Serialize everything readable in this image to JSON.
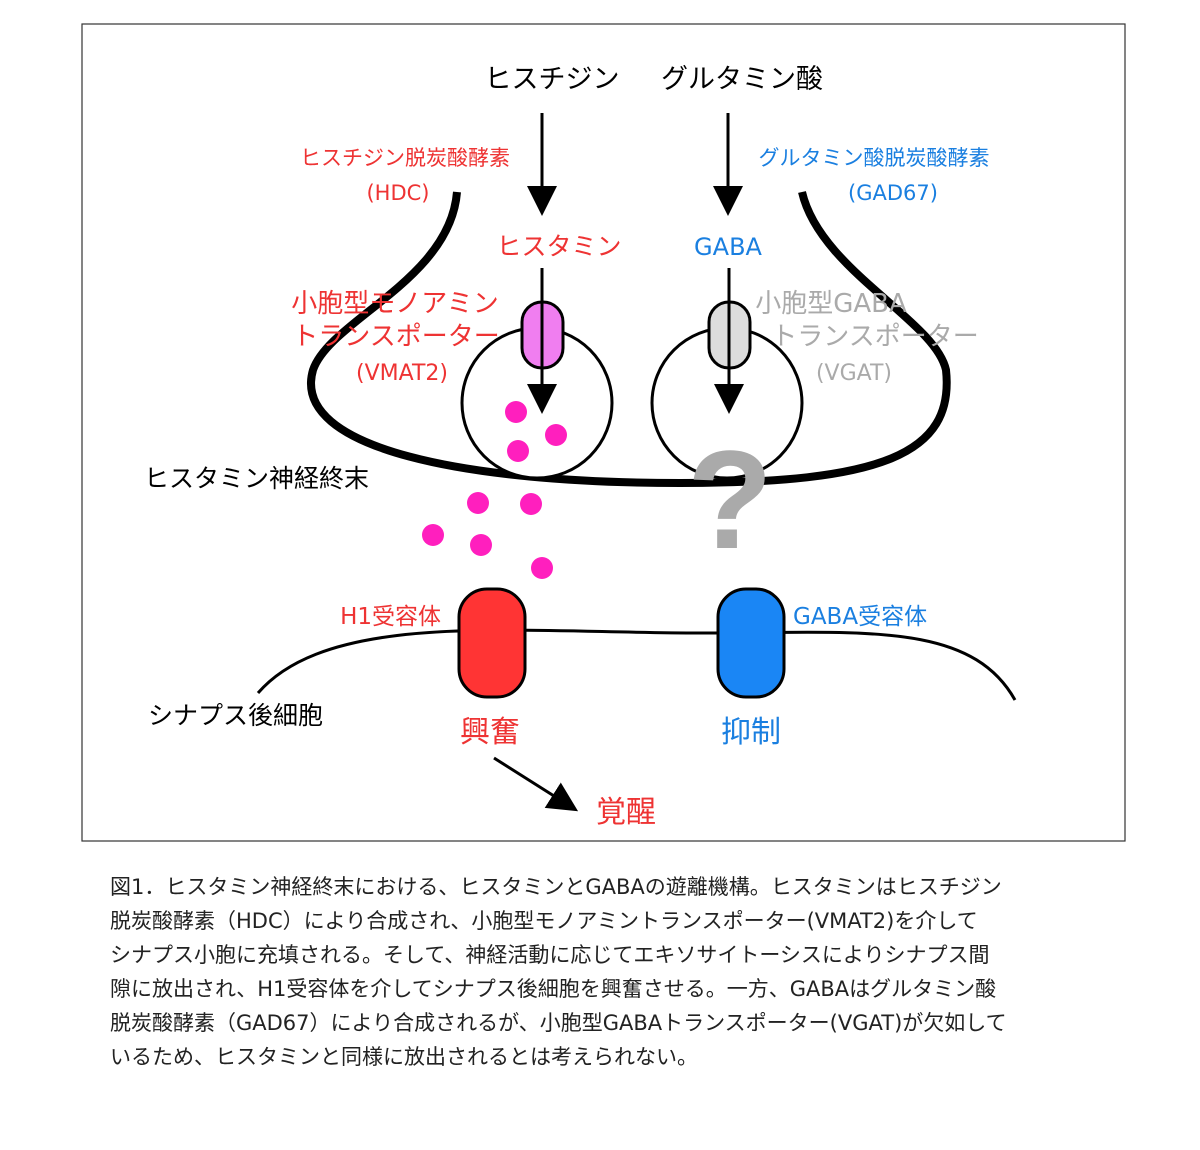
{
  "colors": {
    "histamine": "#ee3333",
    "gaba": "#1a7fe0",
    "grey": "#aaaaaa",
    "vesicle_dots": "#ff1fbe",
    "vmat2_fill": "#f07ef0",
    "vgat_fill": "#dddddd",
    "h1_receptor": "#ff3434",
    "gaba_receptor": "#1a86f5"
  },
  "diagram": {
    "precursor_histidine": "ヒスチジン",
    "precursor_glutamate": "グルタミン酸",
    "hdc_name": "ヒスチジン脱炭酸酵素",
    "hdc_abbr": "(HDC)",
    "gad_name": "グルタミン酸脱炭酸酵素",
    "gad_abbr": "(GAD67)",
    "histamine": "ヒスタミン",
    "gaba": "GABA",
    "vmat2_line1": "小胞型モノアミン",
    "vmat2_line2": "トランスポーター",
    "vmat2_abbr": "(VMAT2)",
    "vgat_line1": "小胞型GABA",
    "vgat_line2": "トランスポーター",
    "vgat_abbr": "(VGAT)",
    "question_mark": "?",
    "terminal_label": "ヒスタミン神経終末",
    "h1_receptor": "H1受容体",
    "gaba_receptor": "GABA受容体",
    "postsynaptic_label": "シナプス後細胞",
    "excitation": "興奮",
    "inhibition": "抑制",
    "arousal": "覚醒"
  },
  "caption": {
    "lines": [
      "図1．ヒスタミン神経終末における、ヒスタミンとGABAの遊離機構。ヒスタミンはヒスチジン",
      "脱炭酸酵素（HDC）により合成され、小胞型モノアミントランスポーター(VMAT2)を介して",
      "シナプス小胞に充填される。そして、神経活動に応じてエキソサイトーシスによりシナプス間",
      "隙に放出され、H1受容体を介してシナプス後細胞を興奮させる。一方、GABAはグルタミン酸",
      "脱炭酸酵素（GAD67）により合成されるが、小胞型GABAトランスポーター(VGAT)が欠如して",
      "いるため、ヒスタミンと同様に放出されるとは考えられない。"
    ]
  }
}
